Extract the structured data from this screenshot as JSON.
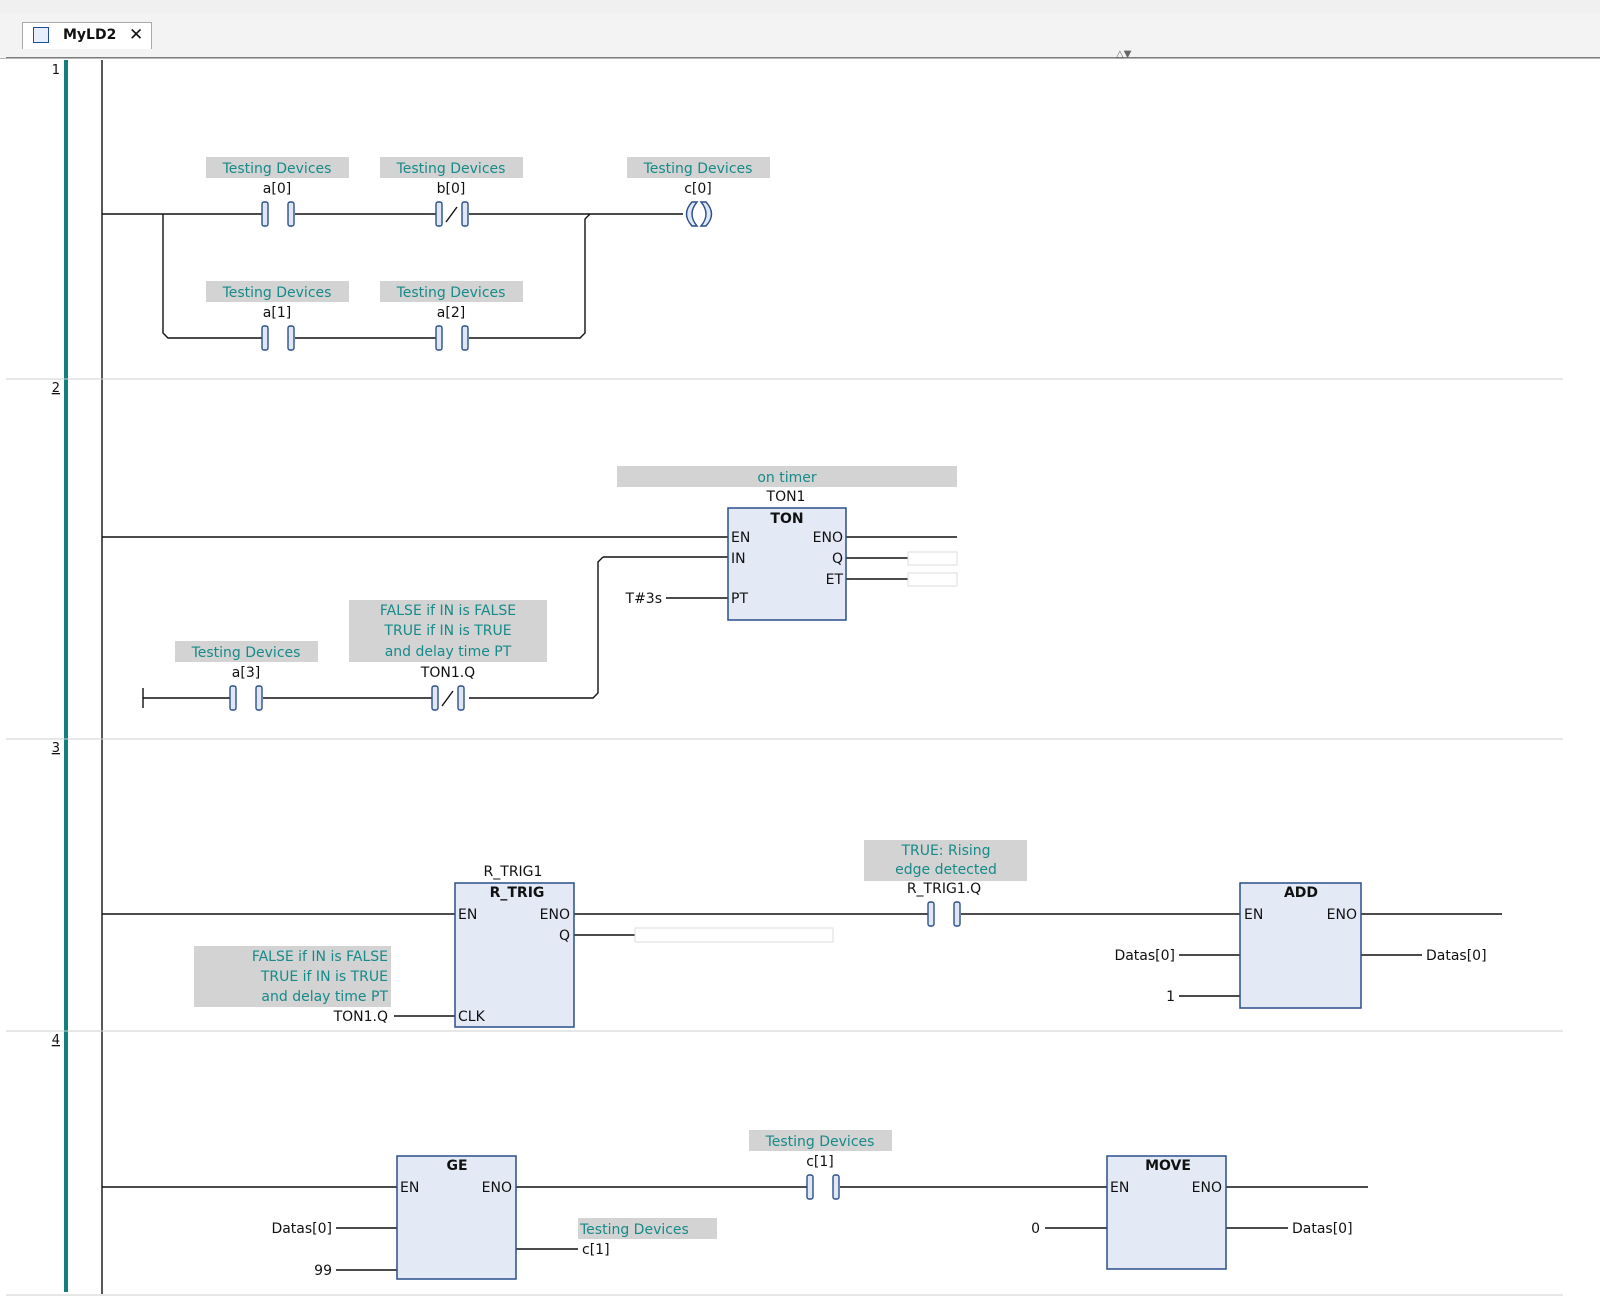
{
  "tab": {
    "title": "MyLD2",
    "close": "✕"
  },
  "networks": [
    "1",
    "2",
    "3",
    "4"
  ],
  "n1": {
    "a0": {
      "comment": "Testing Devices",
      "var": "a[0]"
    },
    "b0": {
      "comment": "Testing Devices",
      "var": "b[0]"
    },
    "c0": {
      "comment": "Testing Devices",
      "var": "c[0]"
    },
    "a1": {
      "comment": "Testing Devices",
      "var": "a[1]"
    },
    "a2": {
      "comment": "Testing Devices",
      "var": "a[2]"
    }
  },
  "n2": {
    "ton": {
      "comment": "on timer",
      "instance": "TON1",
      "type": "TON",
      "pins": {
        "en": "EN",
        "eno": "ENO",
        "in": "IN",
        "q": "Q",
        "et": "ET",
        "pt": "PT"
      }
    },
    "pt_value": "T#3s",
    "a3": {
      "comment": "Testing Devices",
      "var": "a[3]"
    },
    "ton1q": {
      "comment": [
        "FALSE if IN is FALSE",
        "TRUE if IN is TRUE",
        "and delay time PT"
      ],
      "var": "TON1.Q"
    }
  },
  "n3": {
    "rtrig": {
      "instance": "R_TRIG1",
      "type": "R_TRIG",
      "pins": {
        "en": "EN",
        "eno": "ENO",
        "q": "Q",
        "clk": "CLK"
      }
    },
    "clk": {
      "comment": [
        "FALSE if IN is FALSE",
        "TRUE if IN is TRUE",
        "and delay time PT"
      ],
      "var": "TON1.Q"
    },
    "rtrigq": {
      "comment": [
        "TRUE: Rising",
        "edge detected"
      ],
      "var": "R_TRIG1.Q"
    },
    "add": {
      "type": "ADD",
      "pins": {
        "en": "EN",
        "eno": "ENO"
      },
      "in1": "Datas[0]",
      "in2": "1",
      "out": "Datas[0]"
    }
  },
  "n4": {
    "ge": {
      "type": "GE",
      "pins": {
        "en": "EN",
        "eno": "ENO"
      },
      "in1": "Datas[0]",
      "in2": "99",
      "out": {
        "comment": "Testing Devices",
        "var": "c[1]"
      }
    },
    "c1": {
      "comment": "Testing Devices",
      "var": "c[1]"
    },
    "move": {
      "type": "MOVE",
      "pins": {
        "en": "EN",
        "eno": "ENO"
      },
      "in": "0",
      "out": "Datas[0]"
    }
  }
}
